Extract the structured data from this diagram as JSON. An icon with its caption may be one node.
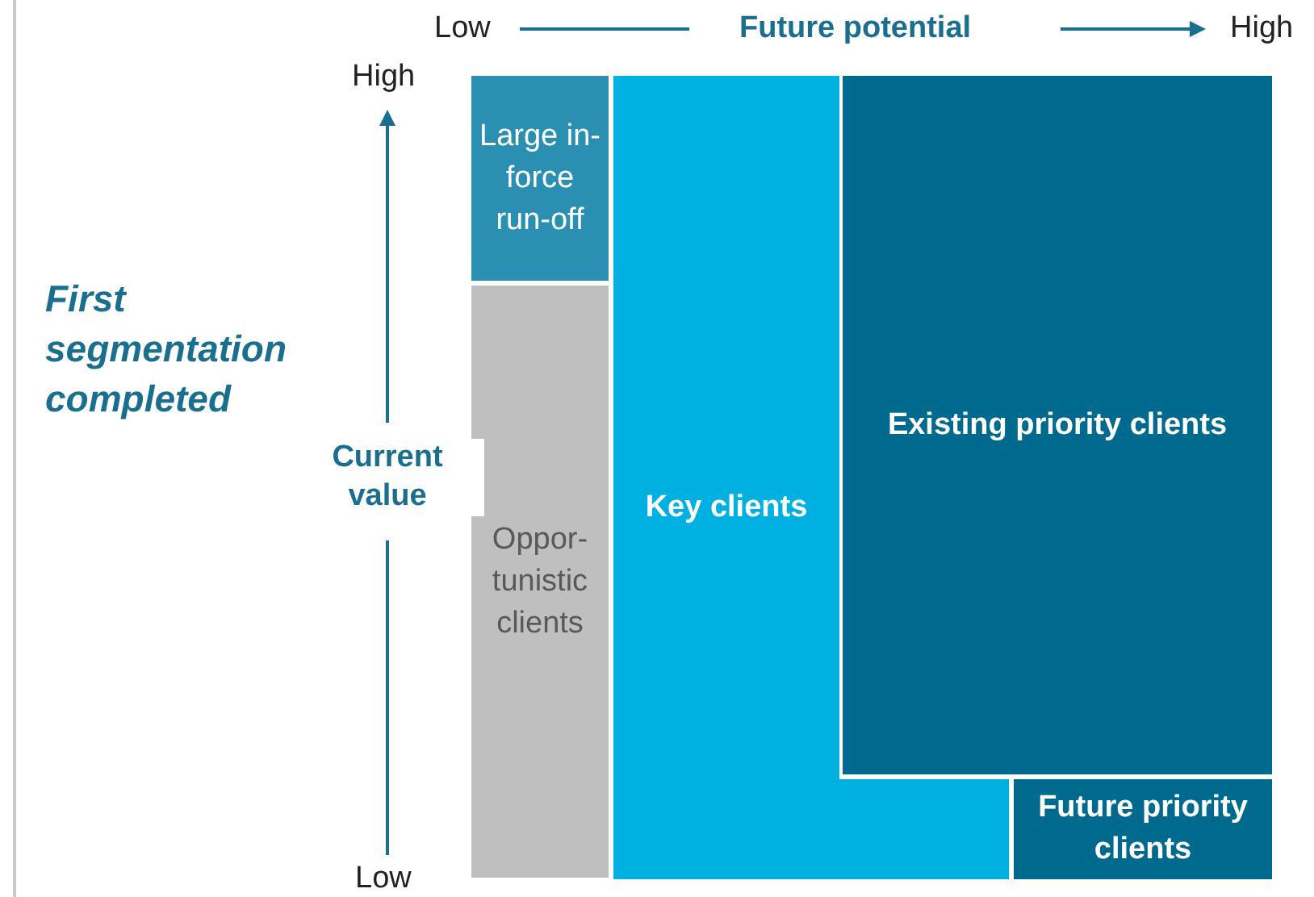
{
  "diagram": {
    "nodes": [
      {
        "text": [
          "Large in-force run-off"
        ]
      },
      {
        "text": [
          "Oppor-tunistic clients"
        ]
      },
      {
        "text": [
          "Key clients"
        ]
      },
      {
        "text": [
          "Existing priority clients"
        ]
      },
      {
        "text": [
          "Future priority clients"
        ]
      }
    ],
    "labels": [
      "Low",
      "Future potential",
      "High",
      "High",
      "First segmentation completed",
      "Current value",
      "Low"
    ]
  }
}
